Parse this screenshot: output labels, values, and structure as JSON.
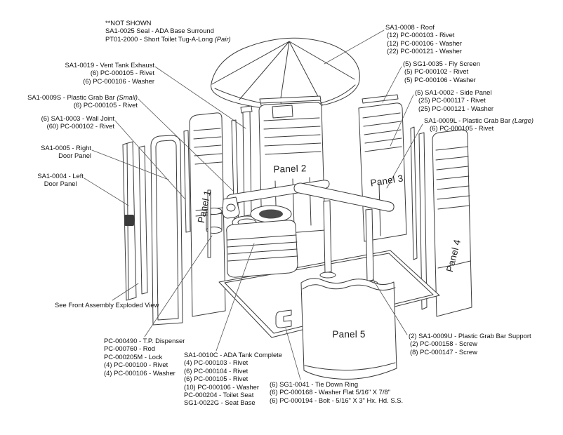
{
  "not_shown": {
    "heading": "**NOT SHOWN",
    "line1": "SA1-0025 Seal - ADA Base Surround",
    "line2_main": "PT01-2000 - Short Toilet Tug-A-Long ",
    "line2_italic": "(Pair)"
  },
  "labels": {
    "vent_tank_exhaust": {
      "title": "SA1-0019 - Vent Tank Exhaust",
      "parts": [
        "(6) PC-000105 - Rivet",
        "(6) PC-000106 - Washer"
      ]
    },
    "grab_bar_small": {
      "title_main": "SA1-0009S - Plastic Grab Bar ",
      "title_italic": "(Small)",
      "parts": [
        "(6) PC-000105 - Rivet"
      ]
    },
    "wall_joint": {
      "title": "(6) SA1-0003 - Wall Joint",
      "parts": [
        "(60) PC-000102 - Rivet"
      ]
    },
    "right_door": {
      "line1": "SA1-0005 - Right",
      "line2": "Door Panel"
    },
    "left_door": {
      "line1": "SA1-0004 - Left",
      "line2": "Door Panel"
    },
    "see_front": {
      "title": "See Front Assembly Exploded View"
    },
    "tp_dispenser": {
      "lines": [
        "PC-000490 - T.P. Dispenser",
        "PC-000760 - Rod",
        "PC-000205M - Lock",
        "(4) PC-000100 - Rivet",
        "(4) PC-000106 - Washer"
      ]
    },
    "ada_tank": {
      "title": "SA1-0010C - ADA Tank Complete",
      "parts": [
        "(4) PC-000103 - Rivet",
        "(6) PC-000104 - Rivet",
        "(6) PC-000105 - Rivet",
        "(10) PC-000106 - Washer",
        "PC-000204 - Toilet Seat",
        "SG1-0022G - Seat Base"
      ]
    },
    "tie_down_ring": {
      "title": "(6) SG1-0041 - Tie Down Ring",
      "parts": [
        "(6) PC-000168 - Washer Flat 5/16\" X 7/8\"",
        "(6) PC-000194 - Bolt - 5/16\" X 3\" Hx. Hd. S.S."
      ]
    },
    "roof": {
      "title": "SA1-0008 - Roof",
      "parts": [
        "(12) PC-000103 - Rivet",
        "(12) PC-000106 - Washer",
        "(22) PC-000121 - Washer"
      ]
    },
    "fly_screen": {
      "title": "(5) SG1-0035 - Fly Screen",
      "parts": [
        "(5) PC-000102 - Rivet",
        "(5) PC-000106 - Washer"
      ]
    },
    "side_panel": {
      "title": "(5) SA1-0002 - Side Panel",
      "parts": [
        "(25) PC-000117 - Rivet",
        "(25) PC-000121 - Washer"
      ]
    },
    "grab_bar_large": {
      "title_main": "SA1-0009L - Plastic Grab Bar ",
      "title_italic": "(Large)",
      "parts": [
        "(6) PC-000105 - Rivet"
      ]
    },
    "grab_bar_support": {
      "title": "(2) SA1-0009U - Plastic Grab Bar Support",
      "parts": [
        "(2) PC-000158 - Screw",
        "(8) PC-000147 - Screw"
      ]
    }
  },
  "panels": [
    "Panel 1",
    "Panel 2",
    "Panel 3",
    "Panel 4",
    "Panel 5"
  ]
}
